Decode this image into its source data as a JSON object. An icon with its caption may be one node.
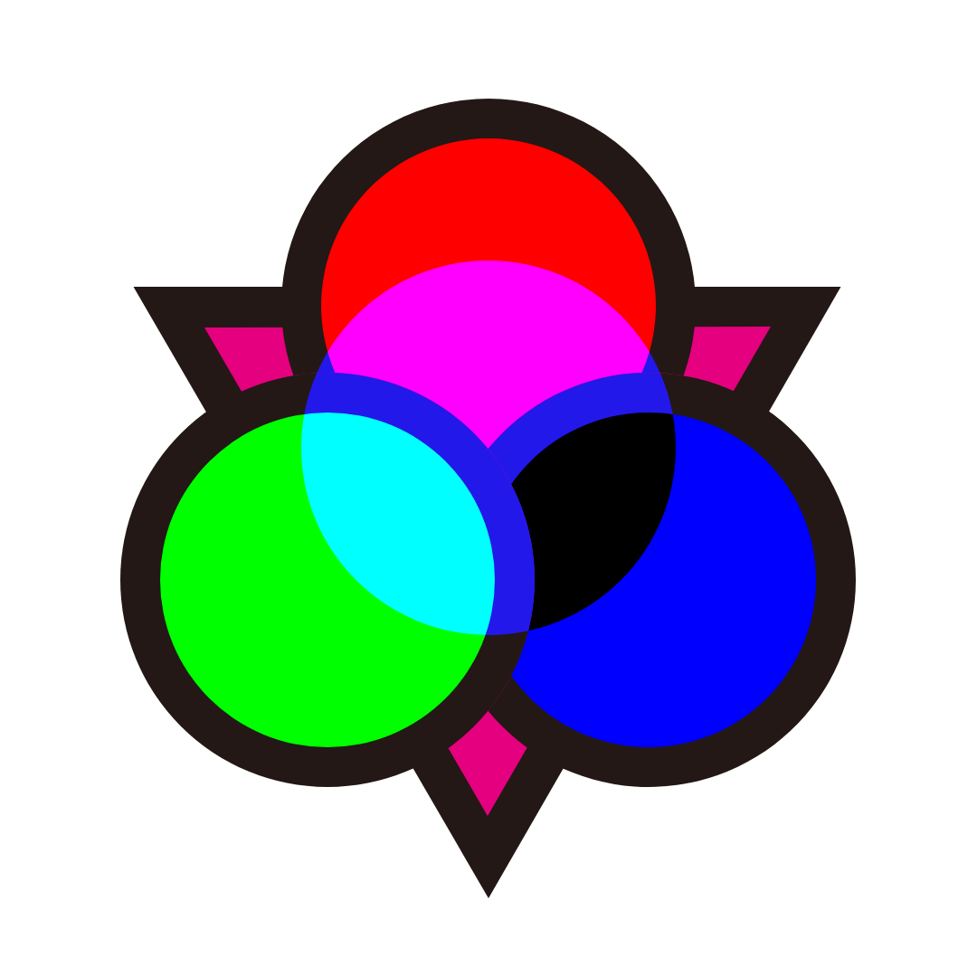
{
  "diagram": {
    "nodes": [
      {
        "text": [],
        "shape": "circle"
      },
      {
        "text": [],
        "shape": "circle"
      },
      {
        "text": [],
        "shape": "circle"
      }
    ]
  }
}
